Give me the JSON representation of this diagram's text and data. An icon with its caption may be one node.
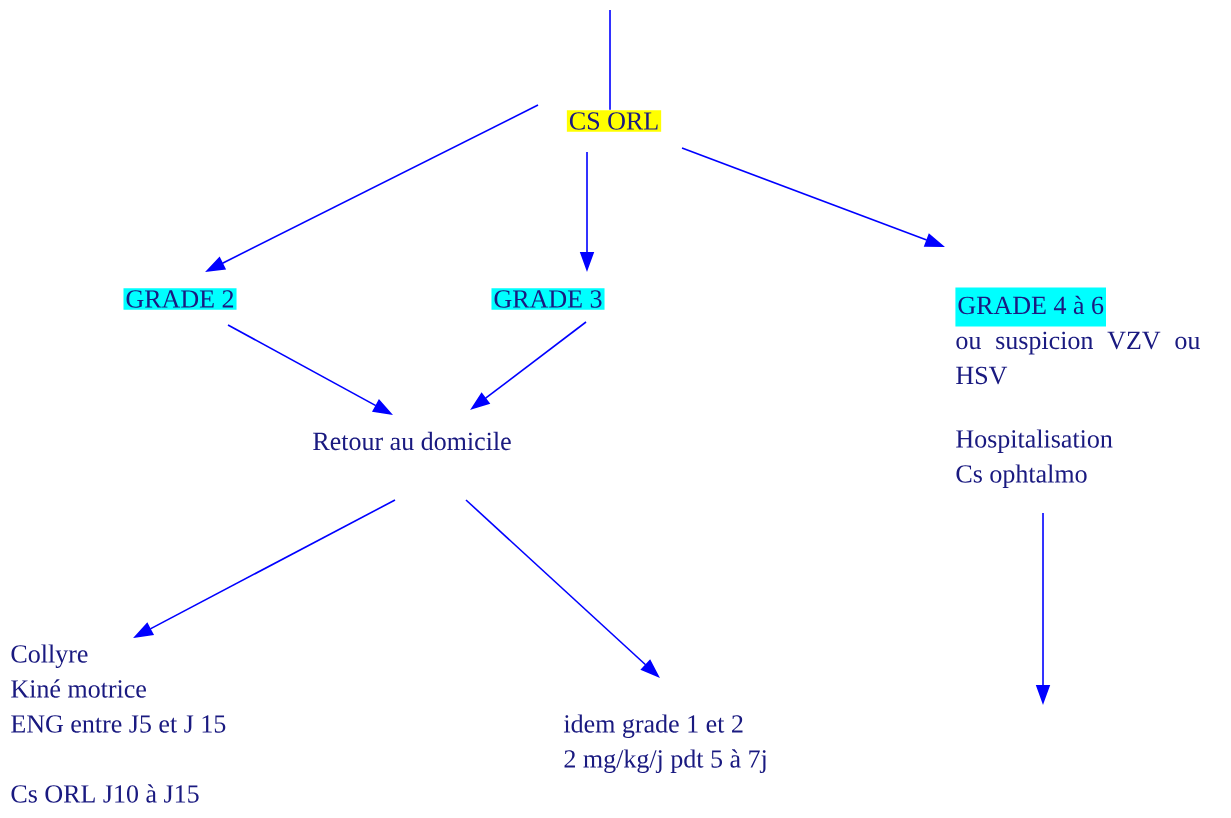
{
  "diagram": {
    "nodes": [
      {
        "text": [
          "CS ORL"
        ]
      },
      {
        "text": [
          "GRADE 2"
        ]
      },
      {
        "text": [
          "GRADE 3"
        ]
      },
      {
        "text": [
          "GRADE 4 à 6",
          "ou suspicion VZV ou HSV"
        ]
      },
      {
        "text": [
          "Hospitalisation",
          "Cs ophtalmo"
        ]
      },
      {
        "text": [
          "Retour au domicile"
        ]
      },
      {
        "text": [
          "Collyre",
          "Kiné motrice",
          "ENG entre J5 et J 15",
          "Cs ORL J10 à J15"
        ]
      },
      {
        "text": [
          "idem grade 1 et 2",
          "2 mg/kg/j pdt 5 à 7j"
        ]
      }
    ],
    "edges": [
      {
        "from": null,
        "to": 0,
        "arrow": "none"
      },
      {
        "from": 0,
        "to": 1,
        "arrow": "to"
      },
      {
        "from": 0,
        "to": 2,
        "arrow": "to"
      },
      {
        "from": 0,
        "to": 3,
        "arrow": "to"
      },
      {
        "from": 1,
        "to": 5,
        "arrow": "to"
      },
      {
        "from": 2,
        "to": 5,
        "arrow": "to"
      },
      {
        "from": 5,
        "to": 6,
        "arrow": "to"
      },
      {
        "from": 5,
        "to": 7,
        "arrow": "to"
      },
      {
        "from": 4,
        "to": null,
        "arrow": "to"
      }
    ]
  }
}
